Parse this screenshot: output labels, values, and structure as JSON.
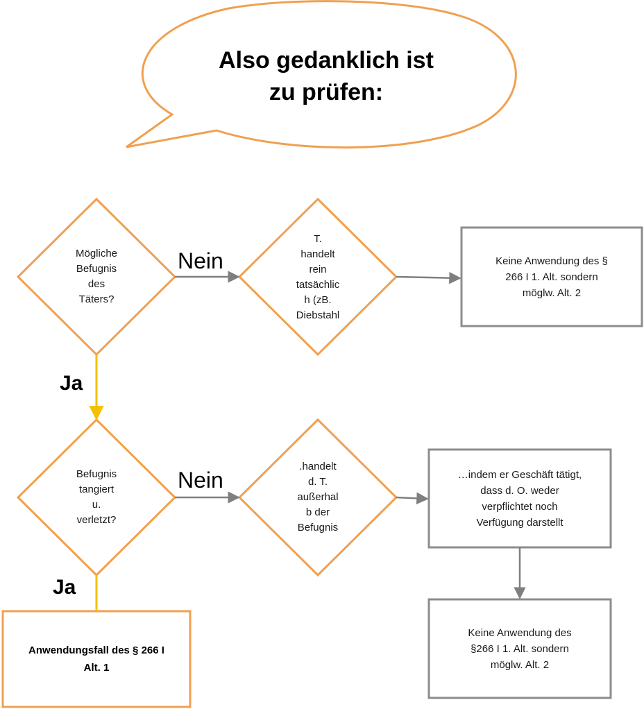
{
  "bubble": {
    "text": "Also gedanklich ist\nzu prüfen:"
  },
  "decisions": [
    {
      "text": "Mögliche\nBefugnis\ndes\nTäters?"
    },
    {
      "text": "T.\nhandelt\nrein\ntatsächlic\nh (zB.\nDiebstahl"
    },
    {
      "text": "Befugnis\ntangiert\nu.\nverletzt?"
    },
    {
      "text": ".handelt\nd. T.\naußerhal\nb der\nBefugnis"
    }
  ],
  "boxes": [
    {
      "text": "Keine Anwendung des §\n266 I 1. Alt. sondern\nmöglw. Alt. 2"
    },
    {
      "text": "…indem er Geschäft tätigt,\ndass d. O. weder\nverpflichtet  noch\nVerfügung darstellt"
    },
    {
      "text": "Keine Anwendung des\n§266 I 1. Alt. sondern\nmöglw. Alt. 2"
    },
    {
      "text": "Anwendungsfall des § 266 I\nAlt. 1"
    }
  ],
  "edges": {
    "no_1": "Nein",
    "no_2": "Nein",
    "yes_1": "Ja",
    "yes_2": "Ja"
  },
  "colors": {
    "orange": "#f0a050",
    "grey": "#8c8c8c",
    "yellow": "#f5c000",
    "arrow": "#7f7f7f"
  }
}
